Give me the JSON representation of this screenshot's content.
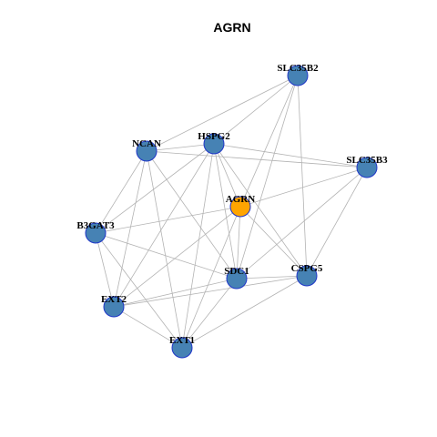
{
  "title": "AGRN",
  "colors": {
    "node_fill": "#4682b4",
    "node_border": "#1f36c8",
    "query_fill": "#ffa500",
    "query_border": "#8b5a00",
    "edge": "#b3b3b3"
  },
  "nodes": [
    {
      "id": "SLC35B2",
      "label": "SLC35B2",
      "query": false
    },
    {
      "id": "HSPG2",
      "label": "HSPG2",
      "query": false
    },
    {
      "id": "NCAN",
      "label": "NCAN",
      "query": false
    },
    {
      "id": "SLC35B3",
      "label": "SLC35B3",
      "query": false
    },
    {
      "id": "AGRN",
      "label": "AGRN",
      "query": true
    },
    {
      "id": "B3GAT3",
      "label": "B3GAT3",
      "query": false
    },
    {
      "id": "SDC1",
      "label": "SDC1",
      "query": false
    },
    {
      "id": "CSPG5",
      "label": "CSPG5",
      "query": false
    },
    {
      "id": "EXT2",
      "label": "EXT2",
      "query": false
    },
    {
      "id": "EXT1",
      "label": "EXT1",
      "query": false
    }
  ],
  "edges": [
    [
      "SLC35B2",
      "NCAN"
    ],
    [
      "SLC35B2",
      "HSPG2"
    ],
    [
      "SLC35B2",
      "AGRN"
    ],
    [
      "SLC35B2",
      "SDC1"
    ],
    [
      "SLC35B2",
      "CSPG5"
    ],
    [
      "HSPG2",
      "NCAN"
    ],
    [
      "HSPG2",
      "SLC35B3"
    ],
    [
      "HSPG2",
      "AGRN"
    ],
    [
      "HSPG2",
      "SDC1"
    ],
    [
      "HSPG2",
      "CSPG5"
    ],
    [
      "HSPG2",
      "EXT2"
    ],
    [
      "HSPG2",
      "EXT1"
    ],
    [
      "HSPG2",
      "B3GAT3"
    ],
    [
      "NCAN",
      "SLC35B3"
    ],
    [
      "NCAN",
      "B3GAT3"
    ],
    [
      "NCAN",
      "EXT2"
    ],
    [
      "NCAN",
      "EXT1"
    ],
    [
      "NCAN",
      "SDC1"
    ],
    [
      "SLC35B3",
      "AGRN"
    ],
    [
      "SLC35B3",
      "SDC1"
    ],
    [
      "SLC35B3",
      "CSPG5"
    ],
    [
      "AGRN",
      "B3GAT3"
    ],
    [
      "AGRN",
      "EXT2"
    ],
    [
      "AGRN",
      "EXT1"
    ],
    [
      "AGRN",
      "SDC1"
    ],
    [
      "AGRN",
      "CSPG5"
    ],
    [
      "B3GAT3",
      "SDC1"
    ],
    [
      "B3GAT3",
      "EXT2"
    ],
    [
      "B3GAT3",
      "EXT1"
    ],
    [
      "SDC1",
      "EXT2"
    ],
    [
      "SDC1",
      "EXT1"
    ],
    [
      "SDC1",
      "CSPG5"
    ],
    [
      "CSPG5",
      "EXT2"
    ],
    [
      "CSPG5",
      "EXT1"
    ],
    [
      "EXT2",
      "EXT1"
    ]
  ]
}
